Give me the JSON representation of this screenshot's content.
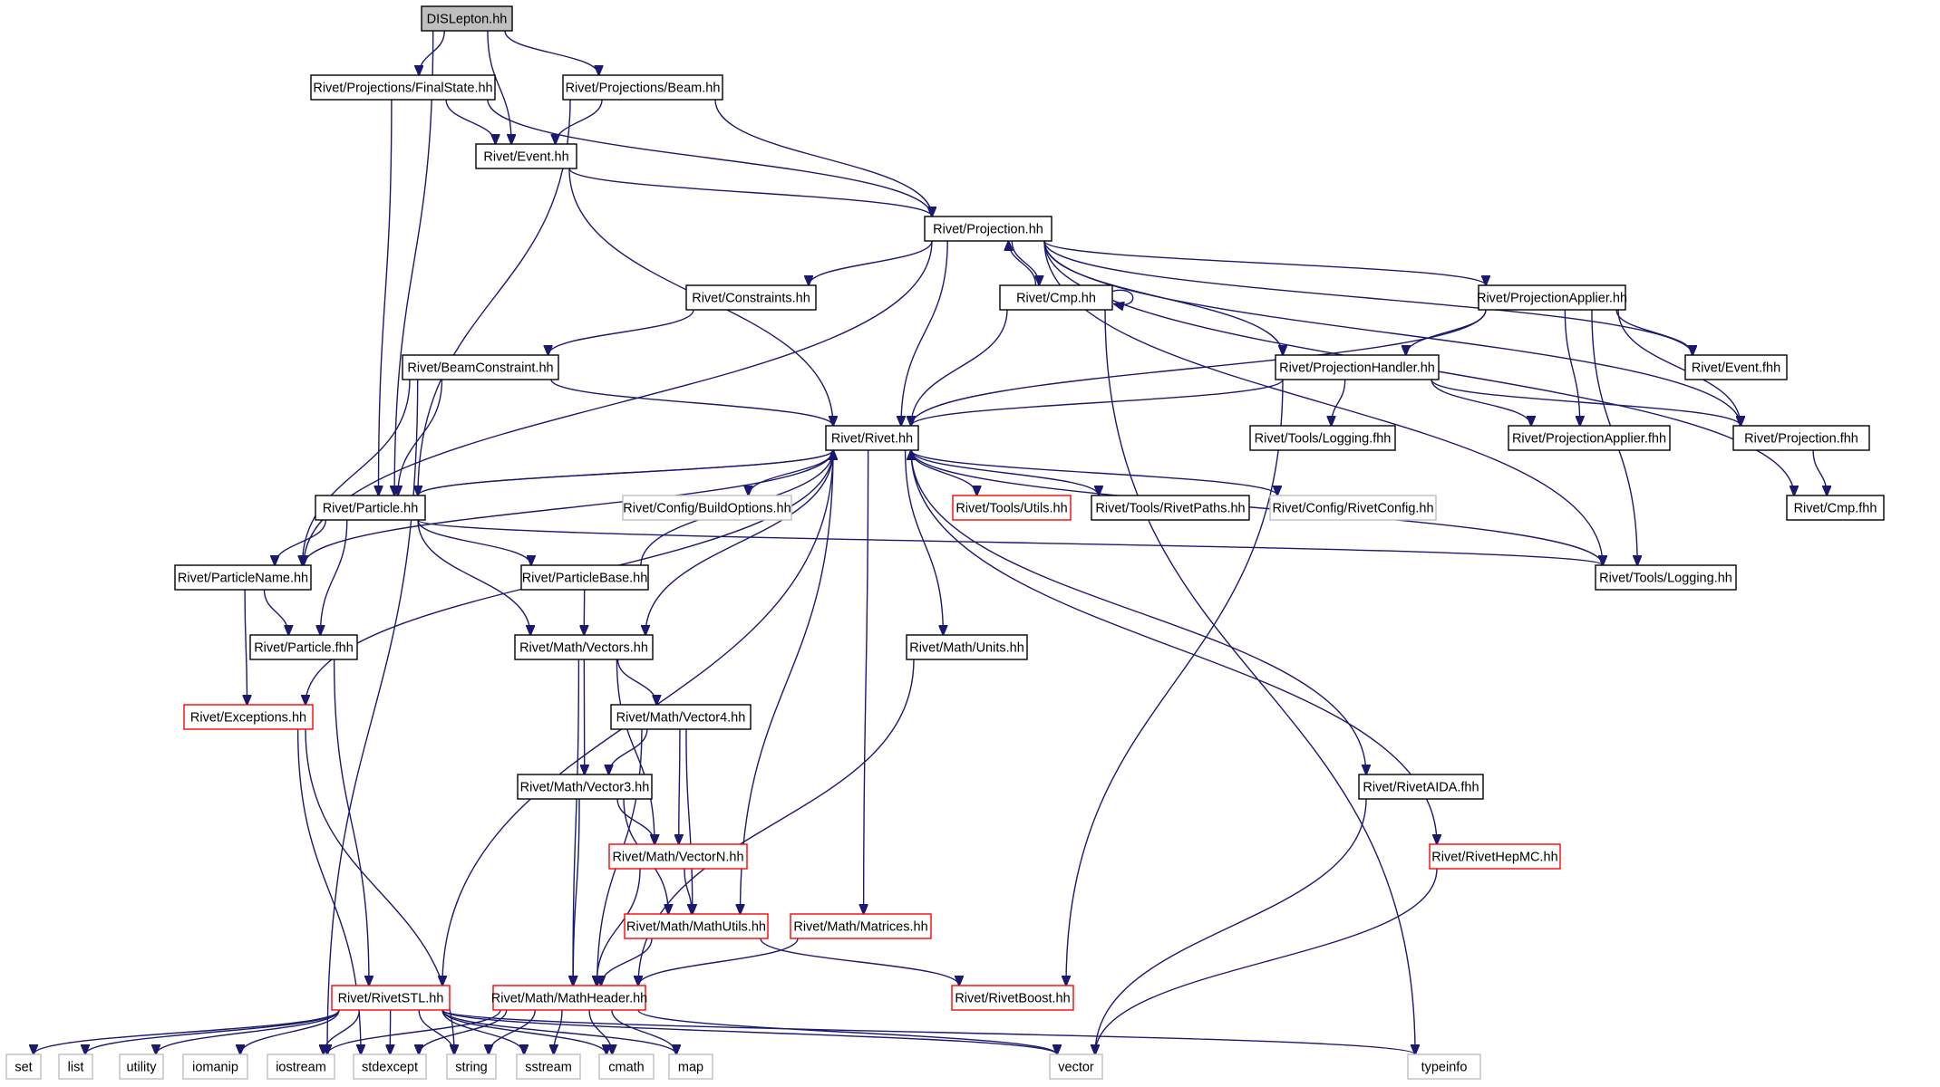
{
  "nodes": [
    {
      "id": "dis",
      "label": "DISLepton.hh",
      "style": "root"
    },
    {
      "id": "fs",
      "label": "Rivet/Projections/FinalState.hh",
      "style": "normal"
    },
    {
      "id": "beam",
      "label": "Rivet/Projections/Beam.hh",
      "style": "normal"
    },
    {
      "id": "event",
      "label": "Rivet/Event.hh",
      "style": "normal"
    },
    {
      "id": "proj",
      "label": "Rivet/Projection.hh",
      "style": "normal"
    },
    {
      "id": "cons",
      "label": "Rivet/Constraints.hh",
      "style": "normal"
    },
    {
      "id": "cmp",
      "label": "Rivet/Cmp.hh",
      "style": "normal"
    },
    {
      "id": "projapp",
      "label": "Rivet/ProjectionApplier.hh",
      "style": "normal"
    },
    {
      "id": "beamcons",
      "label": "Rivet/BeamConstraint.hh",
      "style": "normal"
    },
    {
      "id": "projhandler",
      "label": "Rivet/ProjectionHandler.hh",
      "style": "normal"
    },
    {
      "id": "eventfhh",
      "label": "Rivet/Event.fhh",
      "style": "normal"
    },
    {
      "id": "rivet",
      "label": "Rivet/Rivet.hh",
      "style": "normal"
    },
    {
      "id": "logfhh",
      "label": "Rivet/Tools/Logging.fhh",
      "style": "normal"
    },
    {
      "id": "projappfhh",
      "label": "Rivet/ProjectionApplier.fhh",
      "style": "normal"
    },
    {
      "id": "projfhh",
      "label": "Rivet/Projection.fhh",
      "style": "normal"
    },
    {
      "id": "particle",
      "label": "Rivet/Particle.hh",
      "style": "normal"
    },
    {
      "id": "buildopts",
      "label": "Rivet/Config/BuildOptions.hh",
      "style": "gray"
    },
    {
      "id": "utils",
      "label": "Rivet/Tools/Utils.hh",
      "style": "red"
    },
    {
      "id": "rivetpaths",
      "label": "Rivet/Tools/RivetPaths.hh",
      "style": "normal"
    },
    {
      "id": "rivetconfig",
      "label": "Rivet/Config/RivetConfig.hh",
      "style": "gray"
    },
    {
      "id": "cmpfhh",
      "label": "Rivet/Cmp.fhh",
      "style": "normal"
    },
    {
      "id": "pname",
      "label": "Rivet/ParticleName.hh",
      "style": "normal"
    },
    {
      "id": "pbase",
      "label": "Rivet/ParticleBase.hh",
      "style": "normal"
    },
    {
      "id": "logging",
      "label": "Rivet/Tools/Logging.hh",
      "style": "normal"
    },
    {
      "id": "particlefhh",
      "label": "Rivet/Particle.fhh",
      "style": "normal"
    },
    {
      "id": "vectors",
      "label": "Rivet/Math/Vectors.hh",
      "style": "normal"
    },
    {
      "id": "units",
      "label": "Rivet/Math/Units.hh",
      "style": "normal"
    },
    {
      "id": "exceptions",
      "label": "Rivet/Exceptions.hh",
      "style": "red"
    },
    {
      "id": "vector4",
      "label": "Rivet/Math/Vector4.hh",
      "style": "normal"
    },
    {
      "id": "vector3",
      "label": "Rivet/Math/Vector3.hh",
      "style": "normal"
    },
    {
      "id": "aidafhh",
      "label": "Rivet/RivetAIDA.fhh",
      "style": "normal"
    },
    {
      "id": "vectorn",
      "label": "Rivet/Math/VectorN.hh",
      "style": "red"
    },
    {
      "id": "hepmc",
      "label": "Rivet/RivetHepMC.hh",
      "style": "red"
    },
    {
      "id": "mathutils",
      "label": "Rivet/Math/MathUtils.hh",
      "style": "red"
    },
    {
      "id": "matrices",
      "label": "Rivet/Math/Matrices.hh",
      "style": "red"
    },
    {
      "id": "rivetstl",
      "label": "Rivet/RivetSTL.hh",
      "style": "red"
    },
    {
      "id": "mathheader",
      "label": "Rivet/Math/MathHeader.hh",
      "style": "red"
    },
    {
      "id": "boost",
      "label": "Rivet/RivetBoost.hh",
      "style": "red"
    },
    {
      "id": "set",
      "label": "set",
      "style": "gray"
    },
    {
      "id": "list",
      "label": "list",
      "style": "gray"
    },
    {
      "id": "utility",
      "label": "utility",
      "style": "gray"
    },
    {
      "id": "iomanip",
      "label": "iomanip",
      "style": "gray"
    },
    {
      "id": "iostream",
      "label": "iostream",
      "style": "gray"
    },
    {
      "id": "stdexcept",
      "label": "stdexcept",
      "style": "gray"
    },
    {
      "id": "string",
      "label": "string",
      "style": "gray"
    },
    {
      "id": "sstream",
      "label": "sstream",
      "style": "gray"
    },
    {
      "id": "cmath",
      "label": "cmath",
      "style": "gray"
    },
    {
      "id": "map",
      "label": "map",
      "style": "gray"
    },
    {
      "id": "vector",
      "label": "vector",
      "style": "gray"
    },
    {
      "id": "typeinfo",
      "label": "typeinfo",
      "style": "gray"
    }
  ],
  "edges": [
    [
      "dis",
      "fs"
    ],
    [
      "dis",
      "beam"
    ],
    [
      "dis",
      "event"
    ],
    [
      "dis",
      "particle"
    ],
    [
      "fs",
      "event"
    ],
    [
      "fs",
      "proj"
    ],
    [
      "fs",
      "particle"
    ],
    [
      "beam",
      "event"
    ],
    [
      "beam",
      "proj"
    ],
    [
      "beam",
      "particle"
    ],
    [
      "event",
      "proj"
    ],
    [
      "event",
      "rivet"
    ],
    [
      "proj",
      "cons"
    ],
    [
      "proj",
      "cmp"
    ],
    [
      "proj",
      "projapp"
    ],
    [
      "proj",
      "projhandler"
    ],
    [
      "proj",
      "eventfhh"
    ],
    [
      "proj",
      "rivet"
    ],
    [
      "proj",
      "projfhh"
    ],
    [
      "proj",
      "cmpfhh"
    ],
    [
      "proj",
      "pname"
    ],
    [
      "proj",
      "logging"
    ],
    [
      "cmp",
      "proj"
    ],
    [
      "cmp",
      "cmp"
    ],
    [
      "cmp",
      "rivet"
    ],
    [
      "cmp",
      "typeinfo"
    ],
    [
      "cons",
      "beamcons"
    ],
    [
      "projapp",
      "rivet"
    ],
    [
      "projapp",
      "projhandler"
    ],
    [
      "projapp",
      "eventfhh"
    ],
    [
      "projapp",
      "projappfhh"
    ],
    [
      "projapp",
      "projfhh"
    ],
    [
      "projapp",
      "logging"
    ],
    [
      "beamcons",
      "rivet"
    ],
    [
      "beamcons",
      "particle"
    ],
    [
      "beamcons",
      "pname"
    ],
    [
      "beamcons",
      "iostream"
    ],
    [
      "projhandler",
      "rivet"
    ],
    [
      "projhandler",
      "logfhh"
    ],
    [
      "projhandler",
      "projappfhh"
    ],
    [
      "projhandler",
      "projfhh"
    ],
    [
      "projhandler",
      "boost"
    ],
    [
      "projfhh",
      "cmpfhh"
    ],
    [
      "rivet",
      "particle"
    ],
    [
      "rivet",
      "buildopts"
    ],
    [
      "rivet",
      "utils"
    ],
    [
      "rivet",
      "rivetpaths"
    ],
    [
      "rivet",
      "rivetconfig"
    ],
    [
      "rivet",
      "units"
    ],
    [
      "rivet",
      "aidafhh"
    ],
    [
      "rivet",
      "hepmc"
    ],
    [
      "rivet",
      "rivetstl"
    ],
    [
      "rivet",
      "exceptions"
    ],
    [
      "rivet",
      "mathutils"
    ],
    [
      "rivet",
      "matrices"
    ],
    [
      "rivet",
      "vectors"
    ],
    [
      "particle",
      "rivet"
    ],
    [
      "particle",
      "pname"
    ],
    [
      "particle",
      "particlefhh"
    ],
    [
      "particle",
      "pbase"
    ],
    [
      "particle",
      "vectors"
    ],
    [
      "particle",
      "logging"
    ],
    [
      "pname",
      "rivet"
    ],
    [
      "pname",
      "particlefhh"
    ],
    [
      "pname",
      "exceptions"
    ],
    [
      "pbase",
      "rivet"
    ],
    [
      "pbase",
      "vectors"
    ],
    [
      "logging",
      "rivet"
    ],
    [
      "particlefhh",
      "rivetstl"
    ],
    [
      "vectors",
      "vector4"
    ],
    [
      "vectors",
      "vector3"
    ],
    [
      "vectors",
      "vectorn"
    ],
    [
      "vectors",
      "mathheader"
    ],
    [
      "vector4",
      "vector3"
    ],
    [
      "vector4",
      "vectorn"
    ],
    [
      "vector4",
      "mathutils"
    ],
    [
      "vector4",
      "mathheader"
    ],
    [
      "vector3",
      "vectorn"
    ],
    [
      "vector3",
      "mathutils"
    ],
    [
      "vector3",
      "mathheader"
    ],
    [
      "vectorn",
      "mathutils"
    ],
    [
      "vectorn",
      "mathheader"
    ],
    [
      "mathutils",
      "mathheader"
    ],
    [
      "mathutils",
      "boost"
    ],
    [
      "matrices",
      "mathheader"
    ],
    [
      "units",
      "mathheader"
    ],
    [
      "exceptions",
      "stdexcept"
    ],
    [
      "exceptions",
      "string"
    ],
    [
      "aidafhh",
      "vector"
    ],
    [
      "hepmc",
      "vector"
    ],
    [
      "rivetstl",
      "set"
    ],
    [
      "rivetstl",
      "list"
    ],
    [
      "rivetstl",
      "utility"
    ],
    [
      "rivetstl",
      "iomanip"
    ],
    [
      "rivetstl",
      "iostream"
    ],
    [
      "rivetstl",
      "stdexcept"
    ],
    [
      "rivetstl",
      "string"
    ],
    [
      "rivetstl",
      "sstream"
    ],
    [
      "rivetstl",
      "cmath"
    ],
    [
      "rivetstl",
      "map"
    ],
    [
      "rivetstl",
      "vector"
    ],
    [
      "rivetstl",
      "typeinfo"
    ],
    [
      "mathheader",
      "iostream"
    ],
    [
      "mathheader",
      "stdexcept"
    ],
    [
      "mathheader",
      "string"
    ],
    [
      "mathheader",
      "sstream"
    ],
    [
      "mathheader",
      "cmath"
    ],
    [
      "mathheader",
      "map"
    ],
    [
      "mathheader",
      "vector"
    ]
  ]
}
